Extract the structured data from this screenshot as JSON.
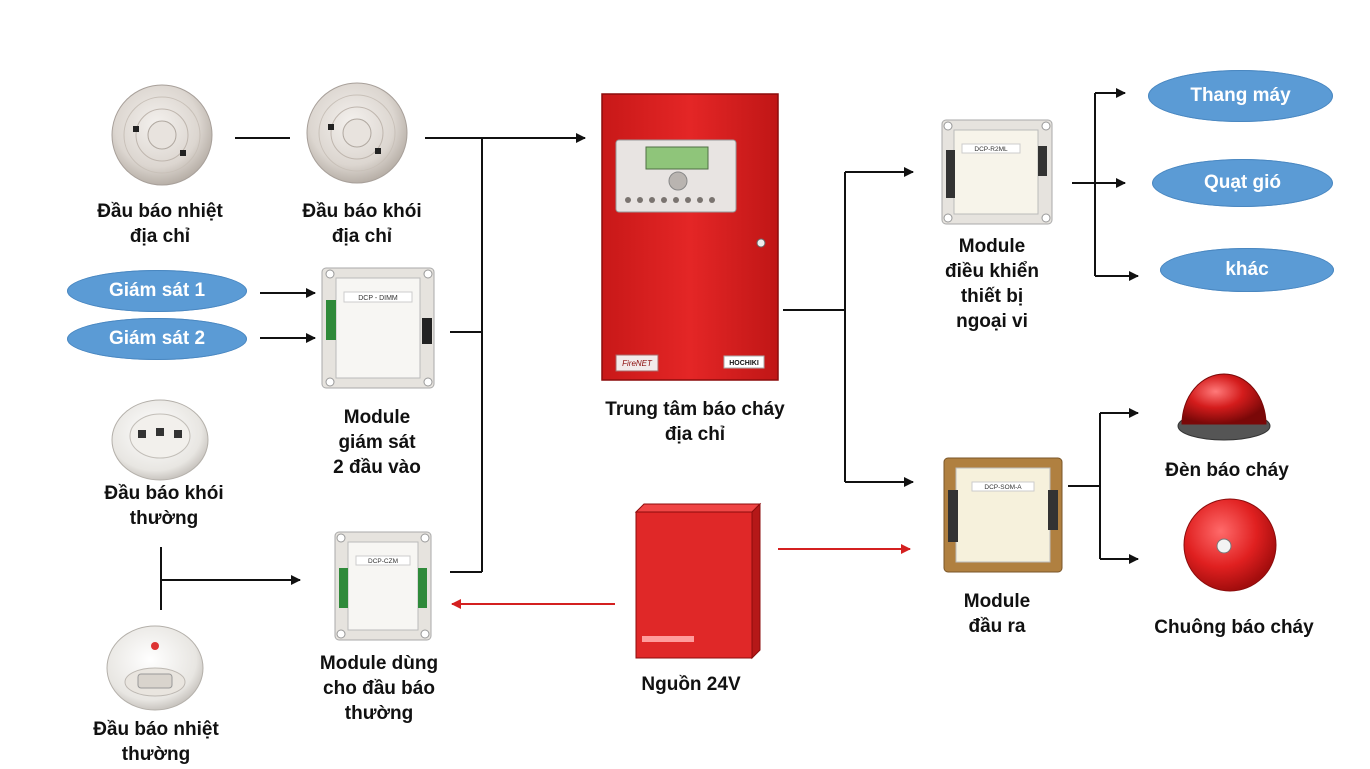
{
  "colors": {
    "pill_fill": "#5b9bd5",
    "connector": "#111111",
    "power_connector": "#d42020",
    "panel_red": "#d91f1f"
  },
  "nodes": {
    "heat_detector_addr": {
      "line1": "Đầu báo nhiệt",
      "line2": "địa chỉ"
    },
    "smoke_detector_addr": {
      "line1": "Đầu báo khói",
      "line2": "địa chỉ"
    },
    "monitor_1": {
      "label": "Giám sát 1"
    },
    "monitor_2": {
      "label": "Giám sát 2"
    },
    "dual_input_module": {
      "line1": "Module",
      "line2": "giám sát",
      "line3": "2 đầu vào"
    },
    "smoke_detector_conv": {
      "line1": "Đầu báo khói",
      "line2": "thường"
    },
    "heat_detector_conv": {
      "line1": "Đầu báo nhiệt",
      "line2": "thường"
    },
    "conventional_module": {
      "line1": "Module dùng",
      "line2": "cho đầu báo",
      "line3": "thường"
    },
    "control_panel": {
      "line1": "Trung tâm báo cháy",
      "line2": "địa chỉ",
      "brand": "FireNET",
      "maker": "HOCHIKI"
    },
    "power_supply": {
      "label": "Nguồn 24V"
    },
    "peripheral_control_module": {
      "line1": "Module",
      "line2": "điều khiển",
      "line3": "thiết bị",
      "line4": "ngoại vi"
    },
    "output_module": {
      "line1": "Module",
      "line2": "đầu ra"
    },
    "elevator": {
      "label": "Thang máy"
    },
    "fan": {
      "label": "Quạt gió"
    },
    "other": {
      "label": "khác"
    },
    "fire_strobe": {
      "label": "Đèn báo cháy"
    },
    "fire_bell": {
      "label": "Chuông báo cháy"
    }
  },
  "modules_print": {
    "dimm": "DCP - DIMM",
    "czm": "DCP-CZM",
    "r2ml": "DCP-R2ML",
    "som": "DCP-SOM-A"
  }
}
